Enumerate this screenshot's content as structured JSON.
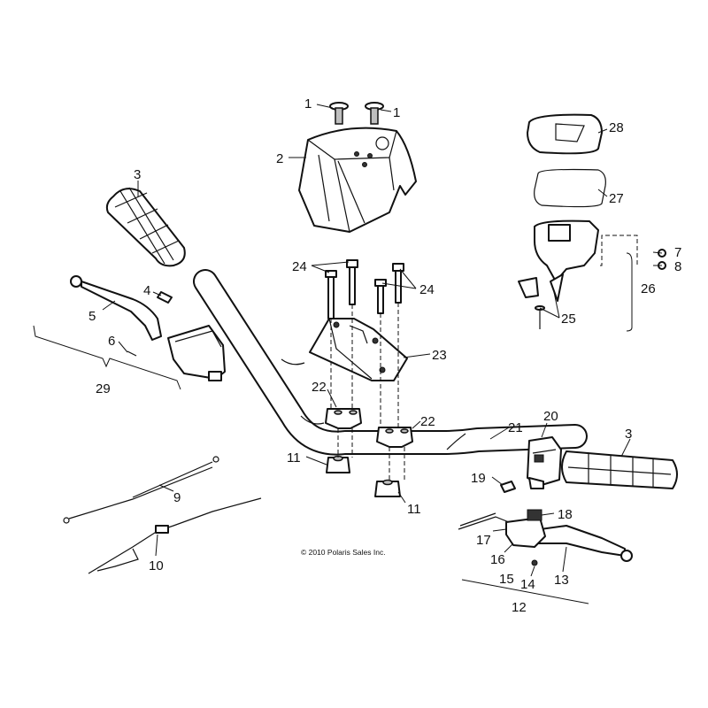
{
  "copyright": "© 2010 Polaris Sales Inc.",
  "callouts": [
    "1",
    "1",
    "2",
    "3",
    "3",
    "4",
    "5",
    "6",
    "7",
    "8",
    "9",
    "10",
    "11",
    "11",
    "12",
    "13",
    "14",
    "15",
    "16",
    "17",
    "18",
    "19",
    "20",
    "21",
    "22",
    "22",
    "23",
    "24",
    "24",
    "25",
    "26",
    "27",
    "28",
    "29"
  ],
  "colors": {
    "line": "#111111",
    "background": "#ffffff",
    "shade": "#bfbfbf"
  }
}
